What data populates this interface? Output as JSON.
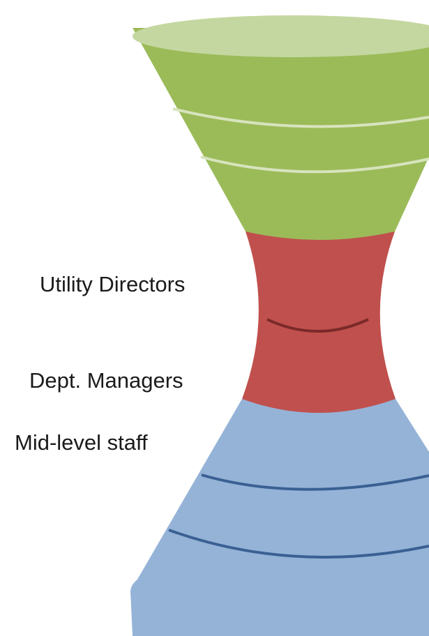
{
  "labels": {
    "utility_directors": "Utility Directors",
    "dept_managers": "Dept. Managers",
    "mid_level_staff": "Mid-level staff"
  },
  "colors": {
    "green_top": "#c4d7a0",
    "green_body": "#9bbb59",
    "green_line": "#d7e4bd",
    "red_body": "#c0504d",
    "red_line": "#7a2a28",
    "blue_body": "#95b3d7",
    "blue_line": "#3a6093",
    "label_text": "#1a1a1a"
  }
}
